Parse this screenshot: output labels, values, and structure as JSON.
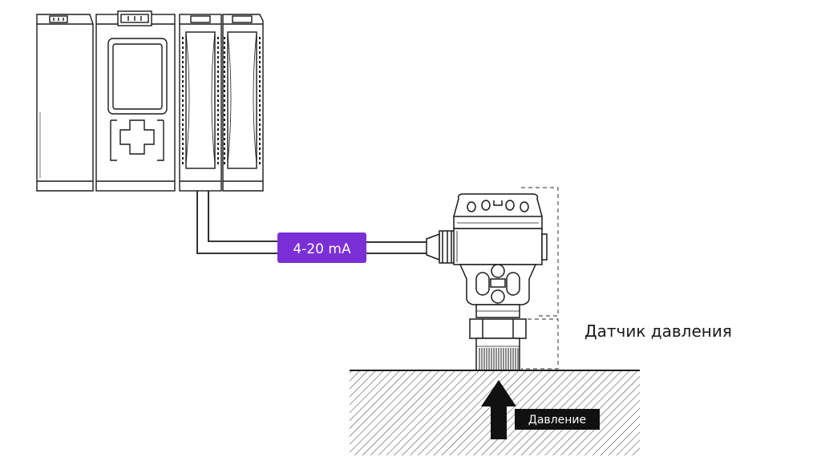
{
  "signal_label": "4-20 mA",
  "sensor_label": "Датчик давления",
  "pressure_label": "Давление",
  "colors": {
    "line": "#1a1a1a",
    "signal_badge": "#7b2fd6",
    "signal_text": "#ffffff",
    "pressure_badge": "#111111",
    "pressure_text": "#ffffff",
    "hatch": "#555555",
    "background": "#ffffff"
  },
  "icons": {
    "plc": "plc-controller-icon",
    "transmitter": "pressure-transmitter-icon",
    "arrow": "pressure-up-arrow-icon"
  }
}
